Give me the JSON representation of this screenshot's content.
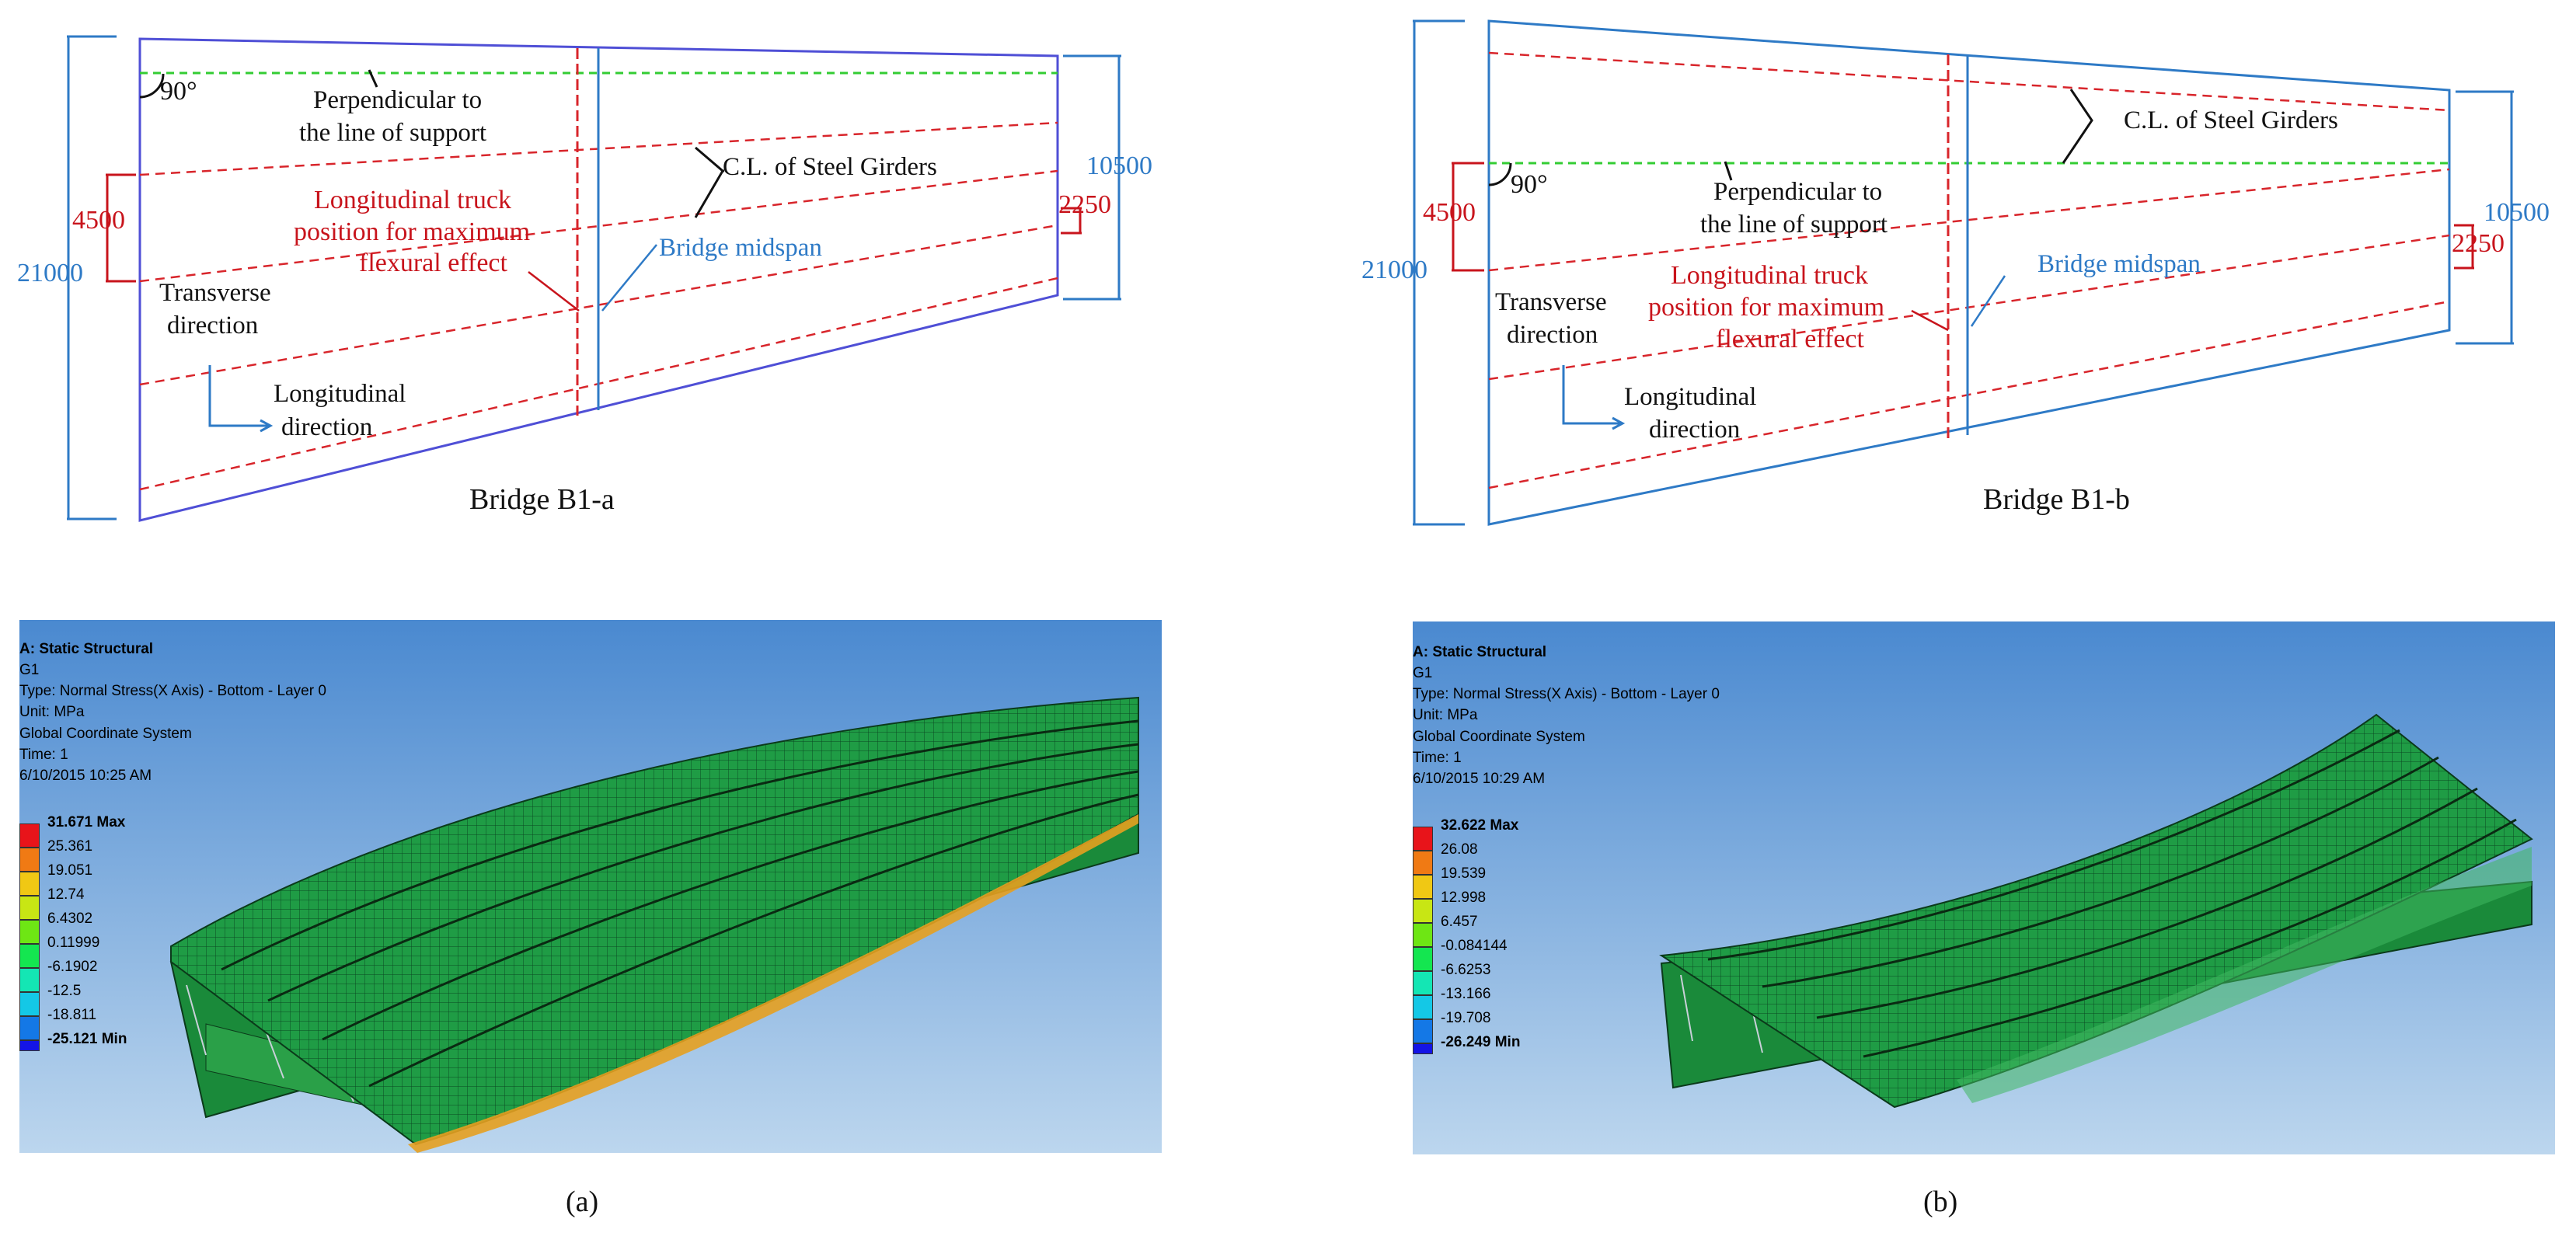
{
  "top_diagrams": [
    {
      "caption": "Bridge B1-a",
      "labels": {
        "angle": "90°",
        "perpendicular": "Perpendicular to",
        "perpendicular_2": "the line of support",
        "girders": "C.L. of Steel Girders",
        "truck_1": "Longitudinal truck",
        "truck_2": "position for maximum",
        "truck_3": "flexural effect",
        "midspan": "Bridge midspan",
        "transverse_1": "Transverse",
        "transverse_2": "direction",
        "longitudinal_1": "Longitudinal",
        "longitudinal_2": "direction"
      },
      "dimensions": {
        "total_width": "21000",
        "offset_left": "4500",
        "short_width": "10500",
        "offset_right": "2250"
      }
    },
    {
      "caption": "Bridge B1-b",
      "labels": {
        "angle": "90°",
        "perpendicular": "Perpendicular to",
        "perpendicular_2": "the line of support",
        "girders": "C.L. of Steel Girders",
        "truck_1": "Longitudinal truck",
        "truck_2": "position for maximum",
        "truck_3": "flexural effect",
        "midspan": "Bridge midspan",
        "transverse_1": "Transverse",
        "transverse_2": "direction",
        "longitudinal_1": "Longitudinal",
        "longitudinal_2": "direction"
      },
      "dimensions": {
        "total_width": "21000",
        "offset_left": "4500",
        "short_width": "10500",
        "offset_right": "2250"
      }
    }
  ],
  "fea_panels": [
    {
      "header": {
        "title": "A: Static Structural",
        "line1": "G1",
        "line2": "Type: Normal Stress(X Axis) - Bottom - Layer 0",
        "line3": "Unit: MPa",
        "line4": "Global Coordinate System",
        "line5": "Time: 1",
        "line6": "6/10/2015 10:25 AM"
      },
      "legend": [
        "31.671 Max",
        "25.361",
        "19.051",
        "12.74",
        "6.4302",
        "0.11999",
        "-6.1902",
        "-12.5",
        "-18.811",
        "-25.121 Min"
      ],
      "caption": "(a)"
    },
    {
      "header": {
        "title": "A: Static Structural",
        "line1": "G1",
        "line2": "Type: Normal Stress(X Axis) - Bottom - Layer 0",
        "line3": "Unit: MPa",
        "line4": "Global Coordinate System",
        "line5": "Time: 1",
        "line6": "6/10/2015 10:29 AM"
      },
      "legend": [
        "32.622 Max",
        "26.08",
        "19.539",
        "12.998",
        "6.457",
        "-0.084144",
        "-6.6253",
        "-13.166",
        "-19.708",
        "-26.249 Min"
      ],
      "caption": "(b)"
    }
  ],
  "colors": {
    "diagram_blue": "#2e7ac6",
    "outline_purple": "#4f4fd6",
    "truck_red": "#d8252b",
    "support_green": "#33cc33",
    "contour_scale": [
      "#e8141a",
      "#f07a14",
      "#f0c814",
      "#c8e614",
      "#6ee614",
      "#14e650",
      "#14e6b4",
      "#14c8e6",
      "#1478e6",
      "#1414e6"
    ]
  }
}
